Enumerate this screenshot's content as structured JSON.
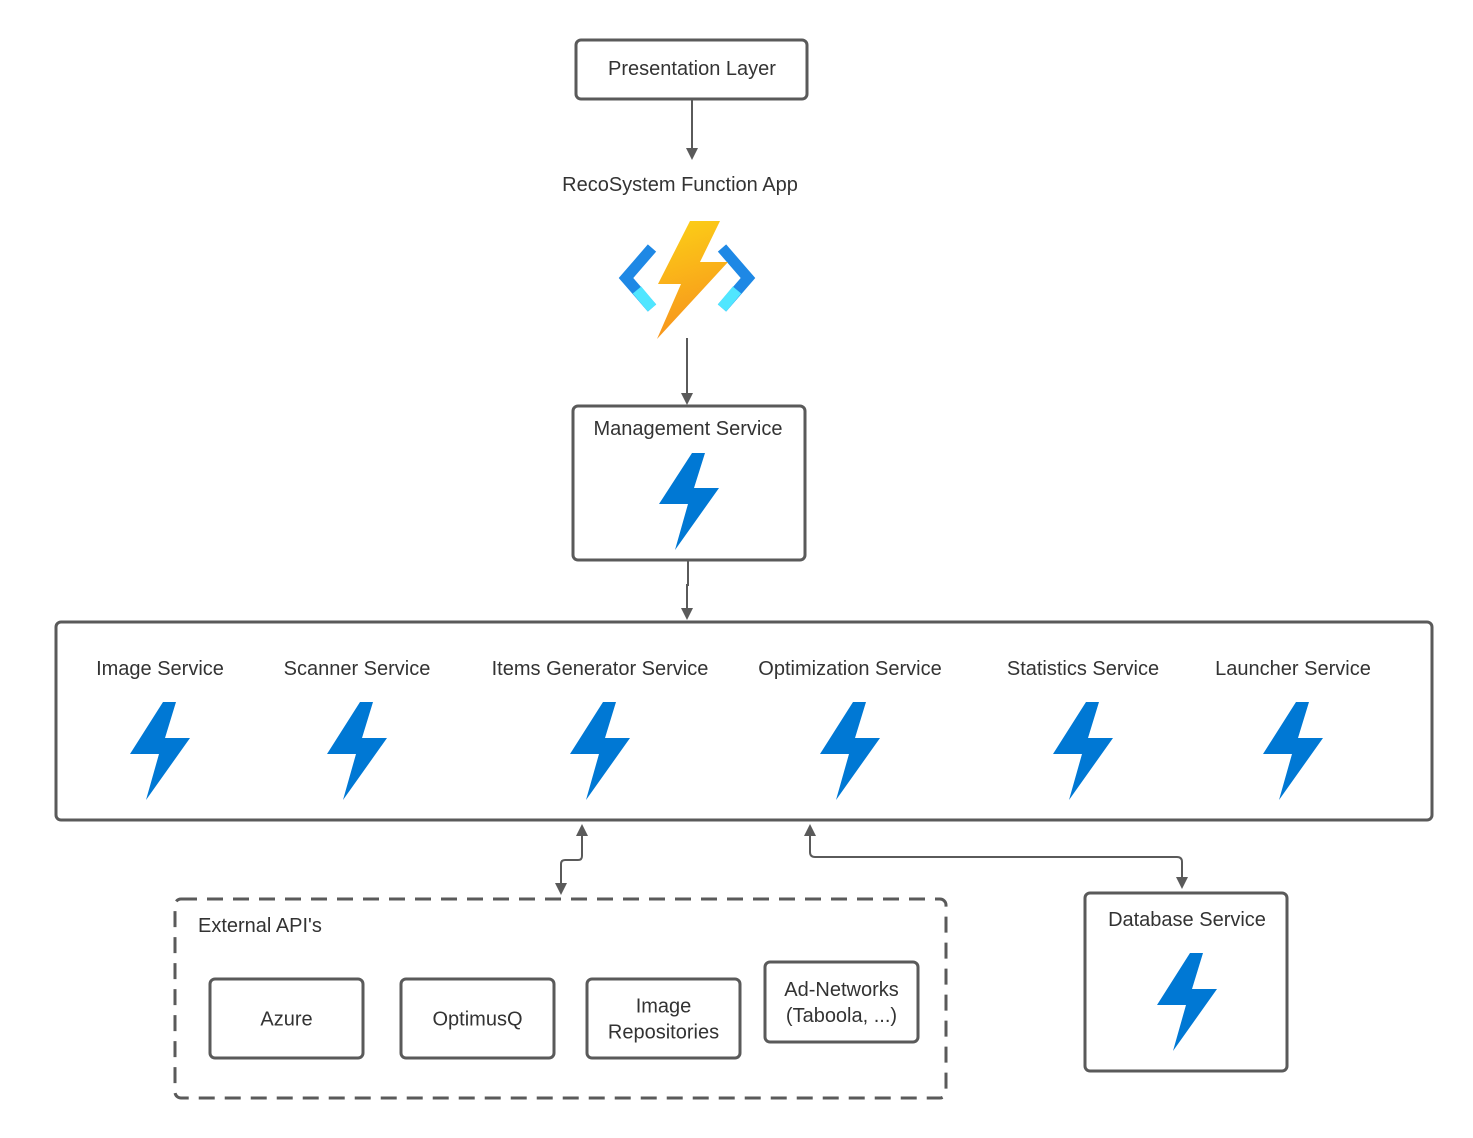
{
  "nodes": {
    "presentation": {
      "label": "Presentation Layer"
    },
    "function_app": {
      "label": "RecoSystem Function App",
      "icon": "azure-functions-icon"
    },
    "management": {
      "label": "Management Service",
      "icon": "lightning-bolt-icon"
    },
    "services": [
      {
        "label": "Image Service",
        "icon": "lightning-bolt-icon"
      },
      {
        "label": "Scanner Service",
        "icon": "lightning-bolt-icon"
      },
      {
        "label": "Items Generator Service",
        "icon": "lightning-bolt-icon"
      },
      {
        "label": "Optimization Service",
        "icon": "lightning-bolt-icon"
      },
      {
        "label": "Statistics Service",
        "icon": "lightning-bolt-icon"
      },
      {
        "label": "Launcher Service",
        "icon": "lightning-bolt-icon"
      }
    ],
    "external": {
      "title": "External API's",
      "items": [
        {
          "lines": [
            "Azure"
          ]
        },
        {
          "lines": [
            "OptimusQ"
          ]
        },
        {
          "lines": [
            "Image",
            "Repositories"
          ]
        },
        {
          "lines": [
            "Ad-Networks",
            "(Taboola, ...)"
          ]
        }
      ]
    },
    "database": {
      "label": "Database Service",
      "icon": "lightning-bolt-icon"
    }
  },
  "colors": {
    "bolt_blue": "#0078d4",
    "bolt_yellow": "#fcd116",
    "bolt_orange": "#f7941d",
    "bracket_blue": "#1e88e5",
    "bracket_cyan": "#50e6ff",
    "line": "#5a5a5a",
    "text": "#333333"
  }
}
